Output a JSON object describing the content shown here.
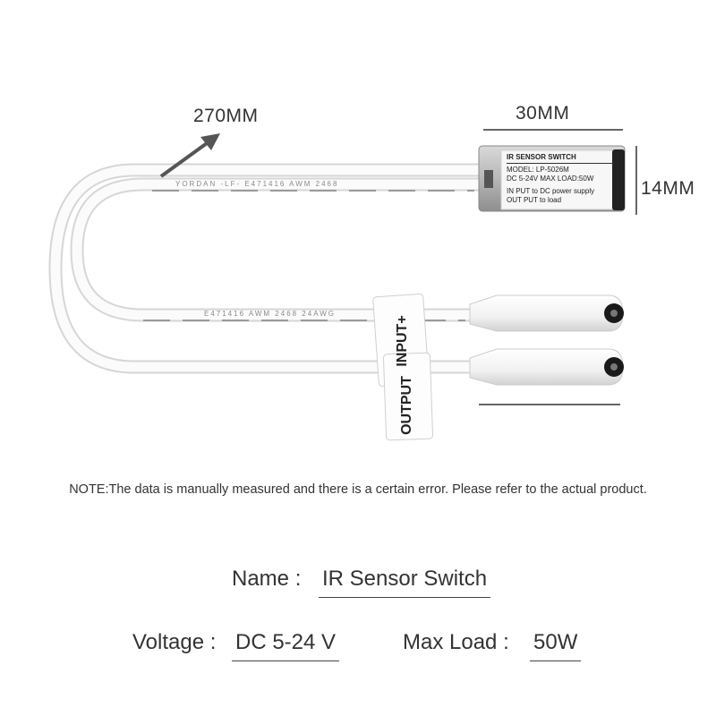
{
  "dimensions": {
    "cable_length": "270MM",
    "switch_width": "30MM",
    "switch_height": "14MM"
  },
  "device_label": {
    "title": "IR SENSOR SWITCH",
    "model": "MODEL: LP-5026M",
    "ratings": "DC 5-24V   MAX LOAD:50W",
    "input_note": "IN PUT to DC power supply",
    "output_note": "OUT PUT to load"
  },
  "cable_tags": {
    "input": "INPUT+",
    "output": "OUTPUT"
  },
  "cable_print": {
    "top": "YORDAN  -LF-   E471416   AWM  2468",
    "middle": "E471416   AWM  2468   24AWG"
  },
  "note": "NOTE:The data is manually measured and there is a certain error. Please refer to the actual product.",
  "specs": {
    "name_label": "Name :",
    "name_value": "IR Sensor Switch",
    "voltage_label": "Voltage :",
    "voltage_value": "DC 5-24 V",
    "max_load_label": "Max Load :",
    "max_load_value": "50W"
  }
}
